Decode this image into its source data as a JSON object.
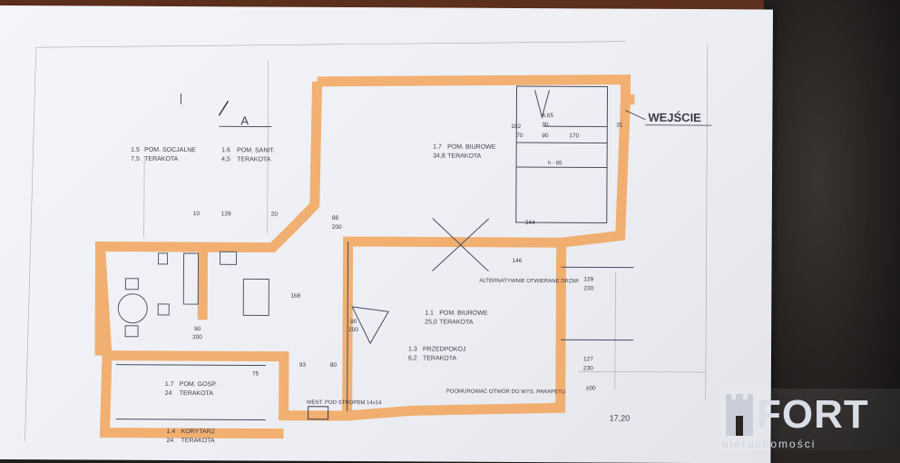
{
  "plan": {
    "entrance_label": "WEJŚCIE",
    "north_marker": "A",
    "scale_note": "h - 85",
    "rooms": [
      {
        "no": "1.5",
        "name": "POM. SOCJALNE",
        "area": "7,5",
        "floor": "TERAKOTA"
      },
      {
        "no": "1.6",
        "name": "POM. SANIT.",
        "area": "4,5",
        "floor": "TERAKOTA"
      },
      {
        "no": "1.7",
        "name": "POM. BIUROWE",
        "area": "34,8",
        "floor": "TERAKOTA"
      },
      {
        "no": "1.1",
        "name": "POM. BIUROWE",
        "area": "25,0",
        "floor": "TERAKOTA"
      },
      {
        "no": "1.3",
        "name": "PRZEDPOKÓJ",
        "area": "6,2",
        "floor": "TERAKOTA"
      },
      {
        "no": "1.7",
        "name": "POM. GOSP.",
        "area": "24",
        "floor": "TERAKOTA"
      },
      {
        "no": "1.4",
        "name": "KORYTARZ",
        "area": "24",
        "floor": "TERAKOTA"
      }
    ],
    "notes": [
      "ALTERNATYWNIE OTWIERANE DRZWI",
      "POOMUROWAĆ OTWÓR DO WYS. PARAPETU",
      "WENT. POD STROPEM 14x14"
    ],
    "dimensions": [
      "129",
      "20",
      "10",
      "344",
      "170",
      "30",
      "70",
      "90",
      "4,65",
      "98",
      "200",
      "90",
      "200",
      "168",
      "90",
      "200",
      "129",
      "230",
      "127",
      "230",
      "80",
      "93",
      "75",
      "146",
      "182",
      "31",
      "±00",
      "17,20"
    ]
  },
  "logo": {
    "word": "FORT",
    "sub": "nieruchomości"
  }
}
